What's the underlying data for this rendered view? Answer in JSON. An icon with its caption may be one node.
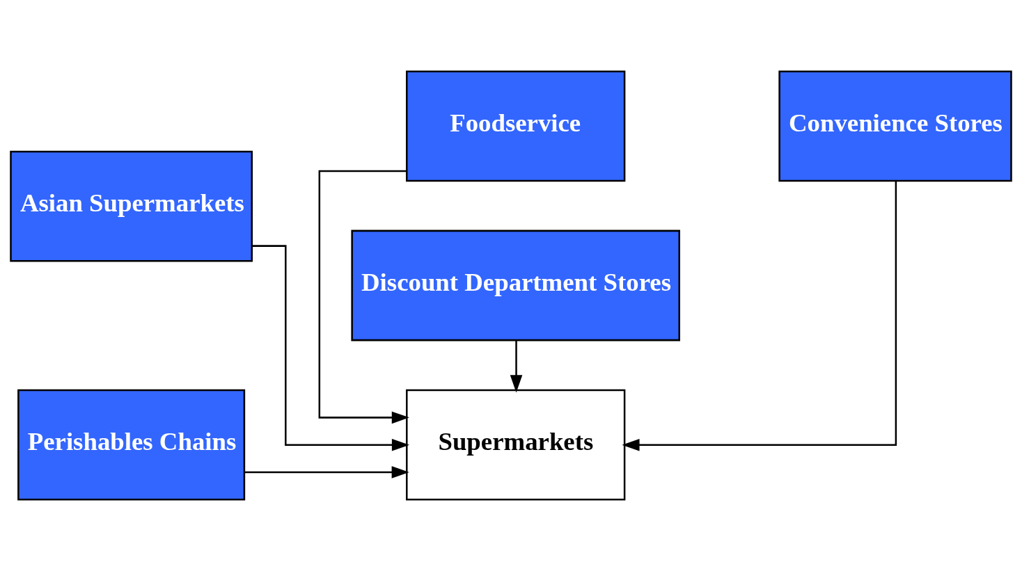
{
  "diagram": {
    "nodes": [
      {
        "text": [
          "Foodservice"
        ]
      },
      {
        "text": [
          "Asian Supermarkets"
        ]
      },
      {
        "text": [
          "Perishables Chains"
        ]
      },
      {
        "text": [
          "Supermarkets"
        ]
      },
      {
        "text": [
          "Convenience Stores"
        ]
      },
      {
        "text": [
          "Discount Department Stores"
        ]
      }
    ],
    "edges": [
      {
        "from": 0,
        "to": 3,
        "arrow": "to"
      },
      {
        "from": 1,
        "to": 3,
        "arrow": "to"
      },
      {
        "from": 2,
        "to": 3,
        "arrow": "to"
      },
      {
        "from": 4,
        "to": 3,
        "arrow": "to"
      },
      {
        "from": 5,
        "to": 3,
        "arrow": "to"
      }
    ]
  }
}
